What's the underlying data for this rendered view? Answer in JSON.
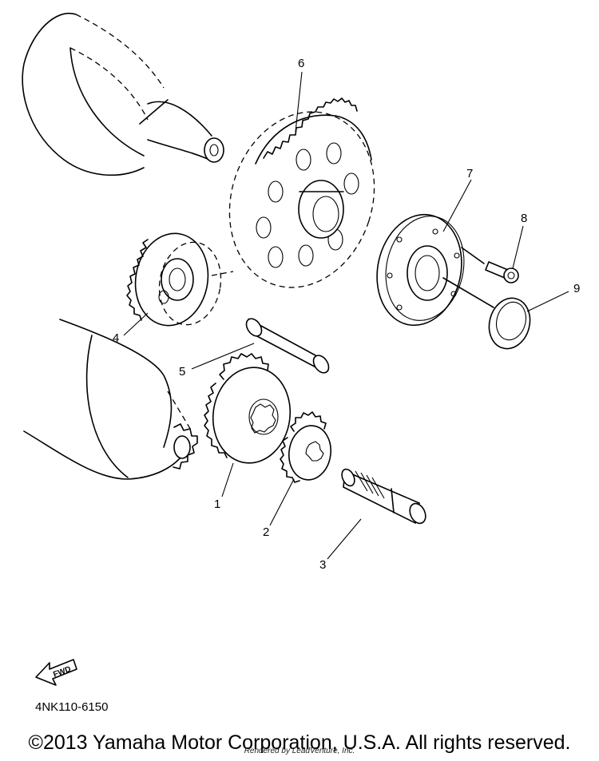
{
  "callouts": [
    {
      "number": "1",
      "part": "gear-1"
    },
    {
      "number": "2",
      "part": "gear-2"
    },
    {
      "number": "3",
      "part": "shaft"
    },
    {
      "number": "4",
      "part": "idler-gear"
    },
    {
      "number": "5",
      "part": "pin"
    },
    {
      "number": "6",
      "part": "large-wheel-gear"
    },
    {
      "number": "7",
      "part": "one-way-clutch"
    },
    {
      "number": "8",
      "part": "bolt"
    },
    {
      "number": "9",
      "part": "washer"
    }
  ],
  "fwd_label": "FWD",
  "part_code": "4NK110-6150",
  "copyright": "©2013 Yamaha Motor Corporation, U.S.A. All rights reserved.",
  "rendered_by": "Rendered by LeadVenture, Inc.",
  "colors": {
    "line": "#000000",
    "background": "#ffffff"
  }
}
